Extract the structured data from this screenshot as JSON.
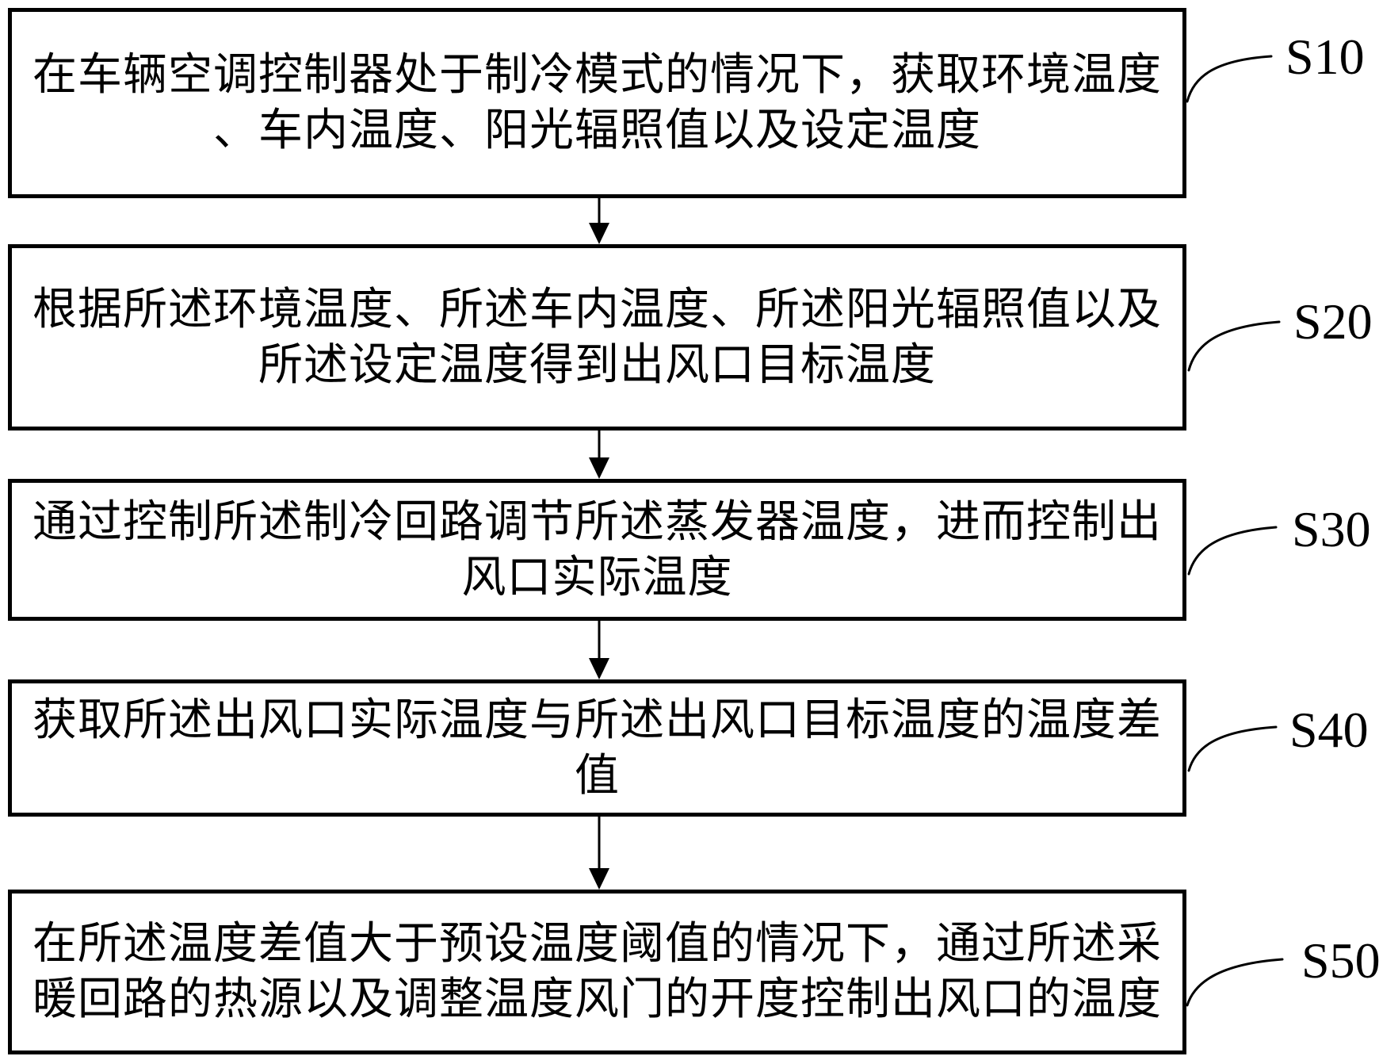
{
  "figure": {
    "type": "flowchart",
    "background": "#ffffff",
    "ink": "#000000",
    "steps": [
      {
        "label": "S10",
        "lines": [
          "在车辆空调控制器处于制冷模式的情况下，获取环境温度",
          "、车内温度、阳光辐照值以及设定温度"
        ]
      },
      {
        "label": "S20",
        "lines": [
          "根据所述环境温度、所述车内温度、所述阳光辐照值以及",
          "所述设定温度得到出风口目标温度"
        ]
      },
      {
        "label": "S30",
        "lines": [
          "通过控制所述制冷回路调节所述蒸发器温度，进而控制出",
          "风口实际温度"
        ]
      },
      {
        "label": "S40",
        "lines": [
          "获取所述出风口实际温度与所述出风口目标温度的温度差",
          "值"
        ]
      },
      {
        "label": "S50",
        "lines": [
          "在所述温度差值大于预设温度阈值的情况下，通过所述采",
          "暖回路的热源以及调整温度风门的开度控制出风口的温度"
        ]
      }
    ]
  }
}
